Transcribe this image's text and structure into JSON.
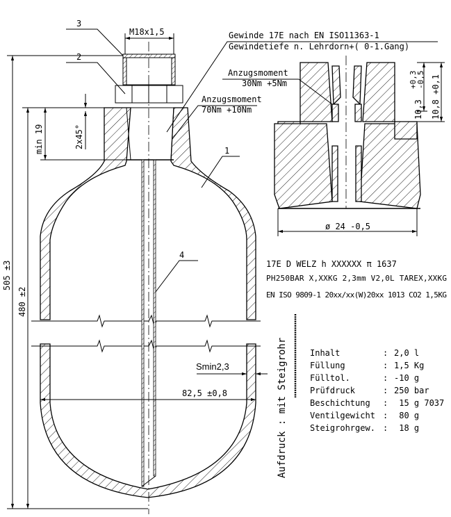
{
  "labels": {
    "thread": "M18x1,5",
    "part1": "1",
    "part2": "2",
    "part3": "3",
    "part4": "4",
    "gewinde_line1": "Gewinde 17E nach EN ISO11363-1",
    "gewinde_line2": "Gewindetiefe n. Lehrdorn+( 0-1.Gang)",
    "torque_inner_title": "Anzugsmoment",
    "torque_inner_value": "30Nm +5Nm",
    "torque_outer_title": "Anzugsmoment",
    "torque_outer_value": "70Nm +10Nm",
    "dim_103": "10,3",
    "dim_103_tol_upper": "+0,3",
    "dim_103_tol_lower": "-0,5",
    "dim_108": "10,8 +0,1",
    "dim_24": "ø 24 -0,5",
    "dim_min19": "min 19",
    "dim_chamfer": "2x45°",
    "dim_505": "505 ±3",
    "dim_480": "480 ±2",
    "dim_smin": "Smin2,3",
    "dim_825": "82,5 ±0,8"
  },
  "marking": [
    "17E  D WELZ  h  XXXXXX  π 1637",
    "PH250BAR  X,XXKG  2,3mm V2,0L  TAREX,XXKG",
    "EN ISO 9809-1 20xx/xx(W)20xx 1013 CO2 1,5KG"
  ],
  "aufdruck": "Aufdruck : mit Steigrohr",
  "specs": [
    {
      "label": "Inhalt",
      "value": "2,0 l"
    },
    {
      "label": "Füllung",
      "value": "1,5 Kg"
    },
    {
      "label": "Fülltol.",
      "value": "-10 g"
    },
    {
      "label": "Prüfdruck",
      "value": "250 bar"
    },
    {
      "label": "Beschichtung",
      "value": " 15 g 7037"
    },
    {
      "label": "Ventilgewicht",
      "value": " 80 g"
    },
    {
      "label": "Steigrohrgew.",
      "value": " 18 g"
    }
  ],
  "spec_separator": ":"
}
